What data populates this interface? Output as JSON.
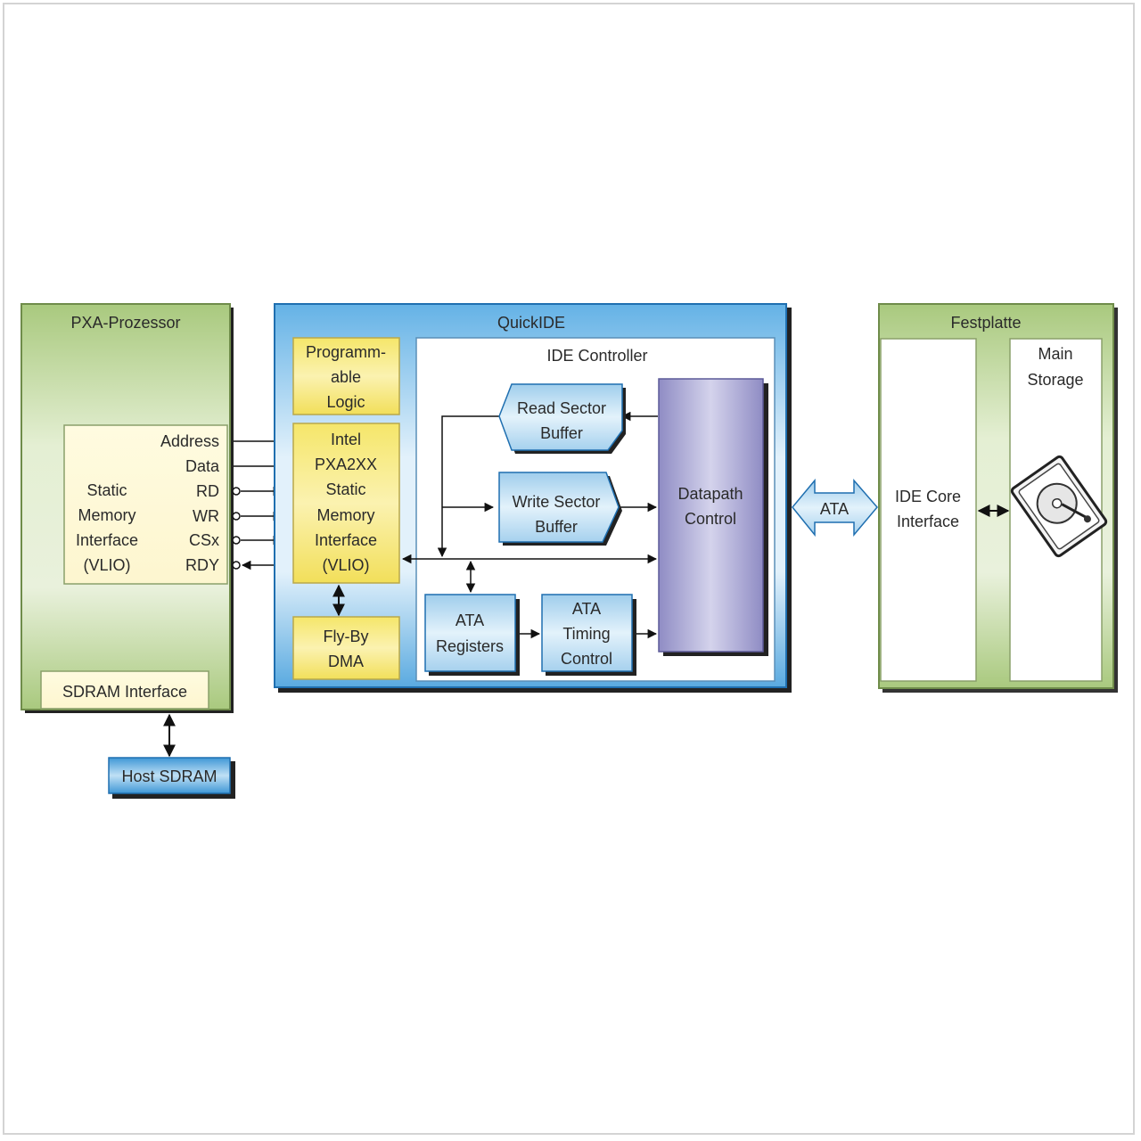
{
  "pxa": {
    "title": "PXA-Prozessor",
    "smi_lines": [
      "Static",
      "Memory",
      "Interface",
      "(VLIO)"
    ],
    "signals": [
      "Address",
      "Data",
      "RD",
      "WR",
      "CSx",
      "RDY"
    ],
    "sdram_interface": "SDRAM Interface"
  },
  "host_sdram": "Host SDRAM",
  "quickide": {
    "title": "QuickIDE",
    "prog_logic": [
      "Programm-",
      "able",
      "Logic"
    ],
    "intel_smi": [
      "Intel",
      "PXA2XX",
      "Static",
      "Memory",
      "Interface",
      "(VLIO)"
    ],
    "flyby": [
      "Fly-By",
      "DMA"
    ],
    "ide_controller": {
      "title": "IDE Controller",
      "read_buffer": [
        "Read Sector",
        "Buffer"
      ],
      "write_buffer": [
        "Write Sector",
        "Buffer"
      ],
      "datapath": [
        "Datapath",
        "Control"
      ],
      "ata_registers": [
        "ATA",
        "Registers"
      ],
      "ata_timing": [
        "ATA",
        "Timing",
        "Control"
      ]
    }
  },
  "ata_link": "ATA",
  "festplatte": {
    "title": "Festplatte",
    "ide_core": [
      "IDE Core",
      "Interface"
    ],
    "main_storage": [
      "Main",
      "Storage"
    ]
  },
  "colors": {
    "green_border": "#6f8c4a",
    "blue_border": "#1f6fb0",
    "yellow": "#f0e270",
    "light_blue": "#cfe6f4",
    "purple": "#a8a6d2"
  }
}
